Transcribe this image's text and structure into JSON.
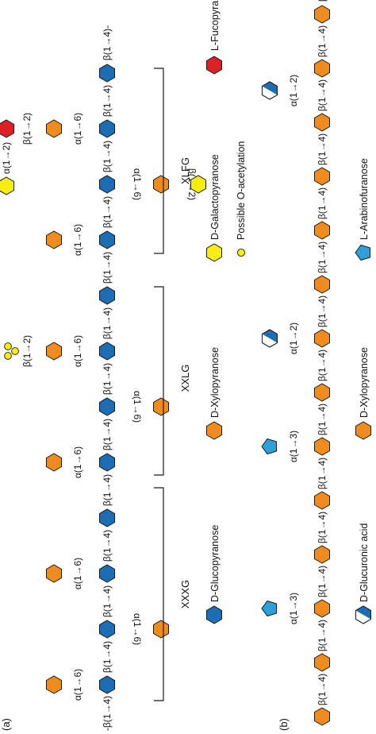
{
  "panels": {
    "a": "(a)",
    "b": "(b)"
  },
  "linkages": {
    "b14": "β(1→4)",
    "b14_end": "β(1→4)-",
    "start_b14": "-β(1→4)",
    "a16": "α(1→6)",
    "a12": "α(1→2)",
    "a13": "α(1→3)",
    "b12": "β(1→2)"
  },
  "panel_a": {
    "groups": [
      "XXXG",
      "XXLG",
      "XLFG"
    ]
  },
  "legend_a": {
    "glucose": "D-Glucopyranose",
    "xylose": "D-Xylopyranose",
    "galactose": "D-Galactopyranose",
    "acetyl": "Possible O-acetylation",
    "fucose": "L-Fucopyranose"
  },
  "legend_b": {
    "glucuronic": "D-Glucuronic acid",
    "xylose": "D-Xylopyranose",
    "arabinose": "L-Arabinofuranose"
  },
  "colors": {
    "glucose": "#1d6db5",
    "xylose": "#f08c1e",
    "galactose": "#f7ec13",
    "fucose": "#dd1f26",
    "arabinose": "#2e9fd8",
    "outline": "#1a1a1a"
  },
  "icons": {
    "glucose": "blue-hexagon",
    "xylose": "orange-hexagon",
    "galactose": "yellow-hexagon",
    "fucose": "red-hexagon",
    "arabinose": "blue-pentagon",
    "glucuronic": "half-blue-hexagon",
    "acetyl": "yellow-dot"
  }
}
